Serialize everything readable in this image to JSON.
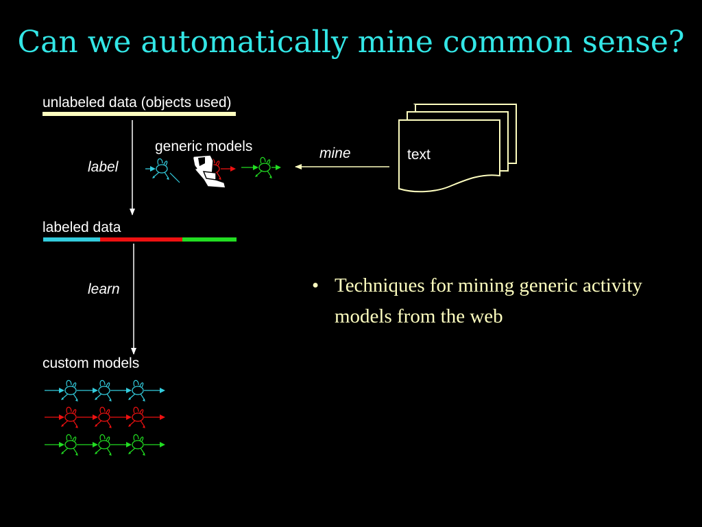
{
  "slide": {
    "title": "Can we automatically mine common sense?",
    "bullet_symbol": "•",
    "bullets": [
      "Techniques for mining generic activity models from the web"
    ]
  },
  "diagram": {
    "unlabeled_data": "unlabeled data (objects used)",
    "label_edge": "label",
    "generic_models": "generic models",
    "mine_edge": "mine",
    "document_text": "text",
    "labeled_data": "labeled data",
    "learn_edge": "learn",
    "custom_models": "custom models"
  },
  "colors": {
    "title": "#33e6e6",
    "bullet": "#ffffc0",
    "unlabeled_bar": "#ffffc0",
    "cyan": "#33ccdd",
    "red": "#ee1111",
    "green": "#22dd22",
    "line": "#ffffff"
  },
  "icons": [
    "person-pointing-icon"
  ]
}
